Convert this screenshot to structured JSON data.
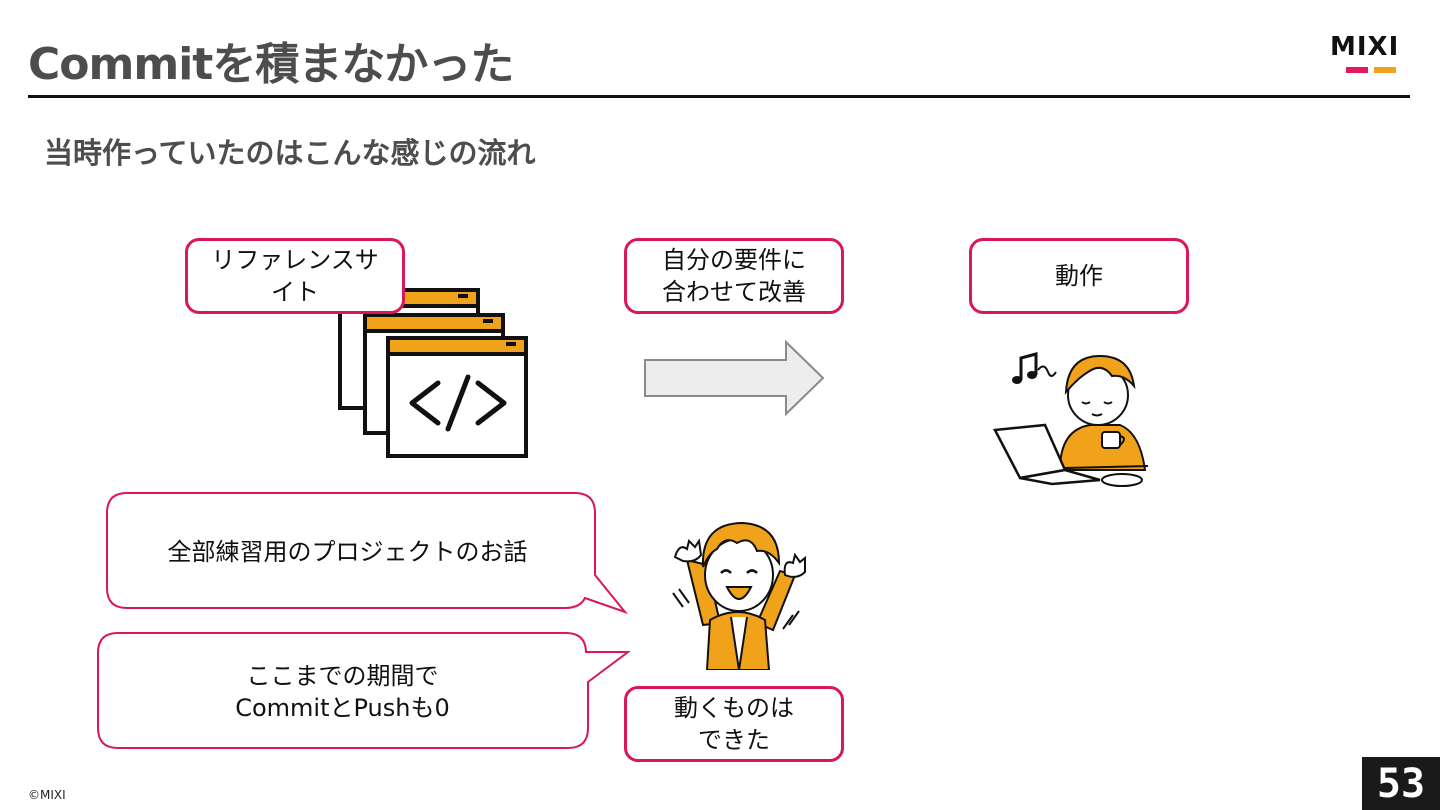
{
  "header": {
    "title": "Commitを積まなかった",
    "logo_text": "MIXI"
  },
  "subtitle": "当時作っていたのはこんな感じの流れ",
  "flow": {
    "step1": "リファレンスサイト",
    "step1_line1": "リファレンスサ",
    "step1_line2": "イト",
    "step2_line1": "自分の要件に",
    "step2_line2": "合わせて改善",
    "step3": "動作"
  },
  "bubbles": {
    "first": "全部練習用のプロジェクトのお話",
    "second_line1": "ここまでの期間で",
    "second_line2": "CommitとPushも0"
  },
  "result": {
    "line1": "動くものは",
    "line2": "できた"
  },
  "code_icon": "</>",
  "footer": {
    "copyright": "©MIXI",
    "page_number": "53"
  },
  "colors": {
    "accent": "#d9175a",
    "orange": "#f1a21b",
    "title_gray": "#4d4d4d"
  }
}
